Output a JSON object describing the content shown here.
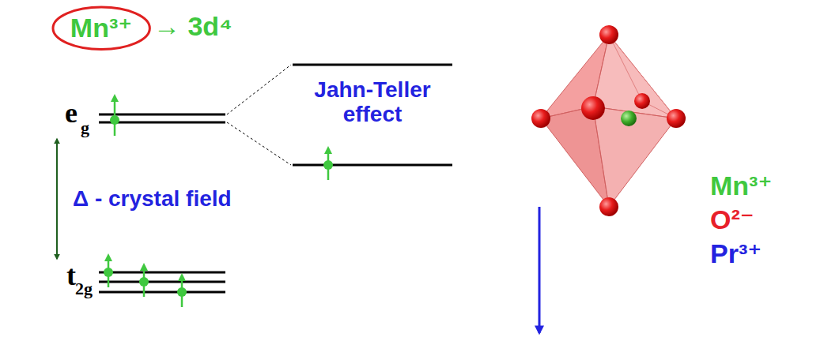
{
  "diagram": {
    "nodes": [
      {
        "text": [
          "Mn³⁺"
        ]
      }
    ],
    "labels": [
      "→ 3d⁴",
      "e",
      "g",
      "Jahn-Teller effect",
      "Δ - crystal field",
      "t",
      "2g",
      "Mn³⁺",
      "O²⁻",
      "Pr³⁺"
    ]
  }
}
